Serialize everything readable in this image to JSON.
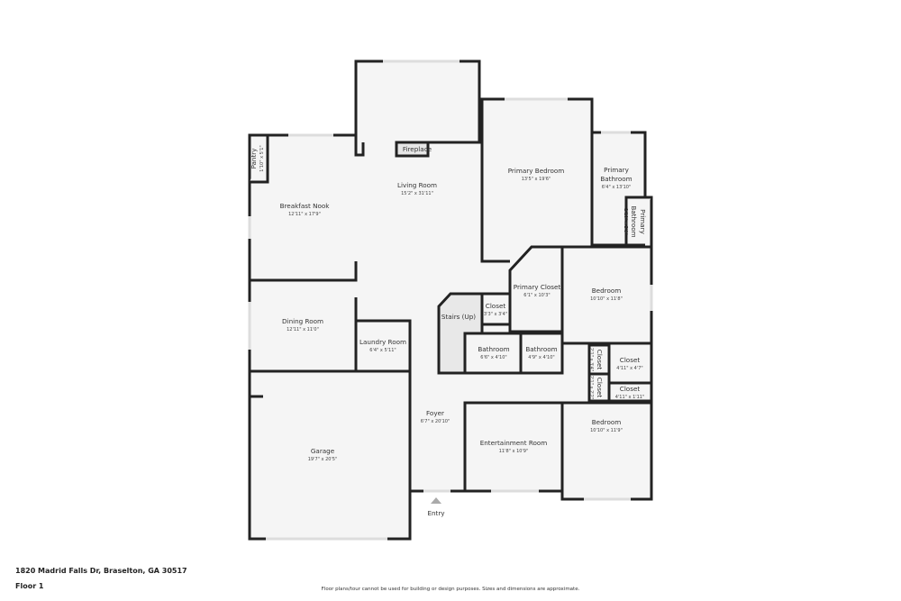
{
  "address": "1820 Madrid Falls Dr, Braselton, GA 30517",
  "floor": "Floor 1",
  "disclaimer": "Floor plans/tour cannot be used for building or design purposes. Sizes and dimensions are approximate.",
  "entry": "Entry",
  "fireplace": "Fireplace",
  "rooms": [
    {
      "name": "Living Room",
      "dims": "15'2\" x 31'11\""
    },
    {
      "name": "Breakfast Nook",
      "dims": "12'11\" x 17'9\""
    },
    {
      "name": "Pantry",
      "dims": "1'10\" x 5'1\""
    },
    {
      "name": "Dining Room",
      "dims": "12'11\" x 11'0\""
    },
    {
      "name": "Laundry Room",
      "dims": "6'4\" x 5'11\""
    },
    {
      "name": "Garage",
      "dims": "19'7\" x 20'5\""
    },
    {
      "name": "Primary Bedroom",
      "dims": "13'5\" x 19'6\""
    },
    {
      "name": "Primary Bathroom",
      "dims": "6'4\" x 13'10\""
    },
    {
      "name": "Primary Bathroom",
      "dims": "2'10\" x 5'9\""
    },
    {
      "name": "Primary Closet",
      "dims": "6'1\" x 10'3\""
    },
    {
      "name": "Closet",
      "dims": "3'3\" x 3'4\""
    },
    {
      "name": "Stairs (Up)",
      "dims": ""
    },
    {
      "name": "Bedroom",
      "dims": "10'10\" x 11'8\""
    },
    {
      "name": "Bathroom",
      "dims": "6'6\" x 4'10\""
    },
    {
      "name": "Bathroom",
      "dims": "4'9\" x 4'10\""
    },
    {
      "name": "Closet",
      "dims": "2'1\" x 3'4\""
    },
    {
      "name": "Closet",
      "dims": "2'1\" x 2'2\""
    },
    {
      "name": "Closet",
      "dims": "4'11\" x 4'7\""
    },
    {
      "name": "Closet",
      "dims": "4'11\" x 1'11\""
    },
    {
      "name": "Foyer",
      "dims": "6'7\" x 20'10\""
    },
    {
      "name": "Entertainment Room",
      "dims": "11'8\" x 10'9\""
    },
    {
      "name": "Bedroom",
      "dims": "10'10\" x 11'9\""
    }
  ]
}
